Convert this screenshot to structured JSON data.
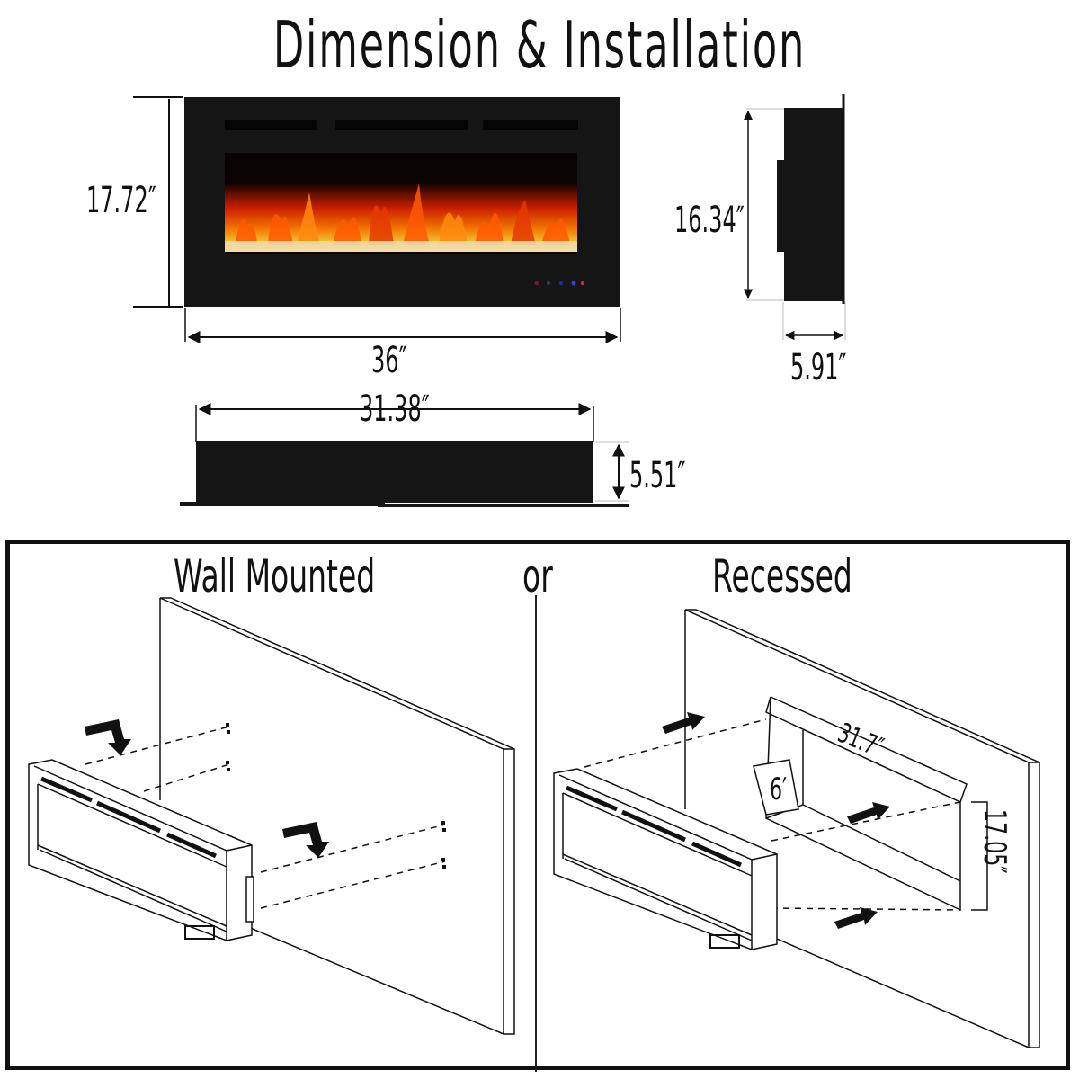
{
  "title": "Dimension & Installation",
  "front_view": {
    "height_label": "17.72″",
    "width_label": "36″",
    "flame_colors": [
      "#ff2a00",
      "#ff7a00",
      "#ffd23a",
      "#fff3c4"
    ],
    "indicator_lights": [
      "#7a1a2a",
      "#2a3a6a",
      "#1f2f90",
      "#3a3adf",
      "#c03030"
    ]
  },
  "side_view": {
    "height_label": "16.34″",
    "depth_label": "5.91″"
  },
  "top_view": {
    "width_label": "31.38″",
    "depth_label": "5.51″"
  },
  "installation": {
    "wall_mounted": {
      "heading": "Wall Mounted"
    },
    "separator": "or",
    "recessed": {
      "heading": "Recessed",
      "opening_width_label": "31.7″",
      "opening_depth_label": "6′",
      "opening_height_label": "17.05″"
    }
  },
  "colors": {
    "ink": "#111111",
    "panel_black": "#151515",
    "background": "#ffffff"
  }
}
